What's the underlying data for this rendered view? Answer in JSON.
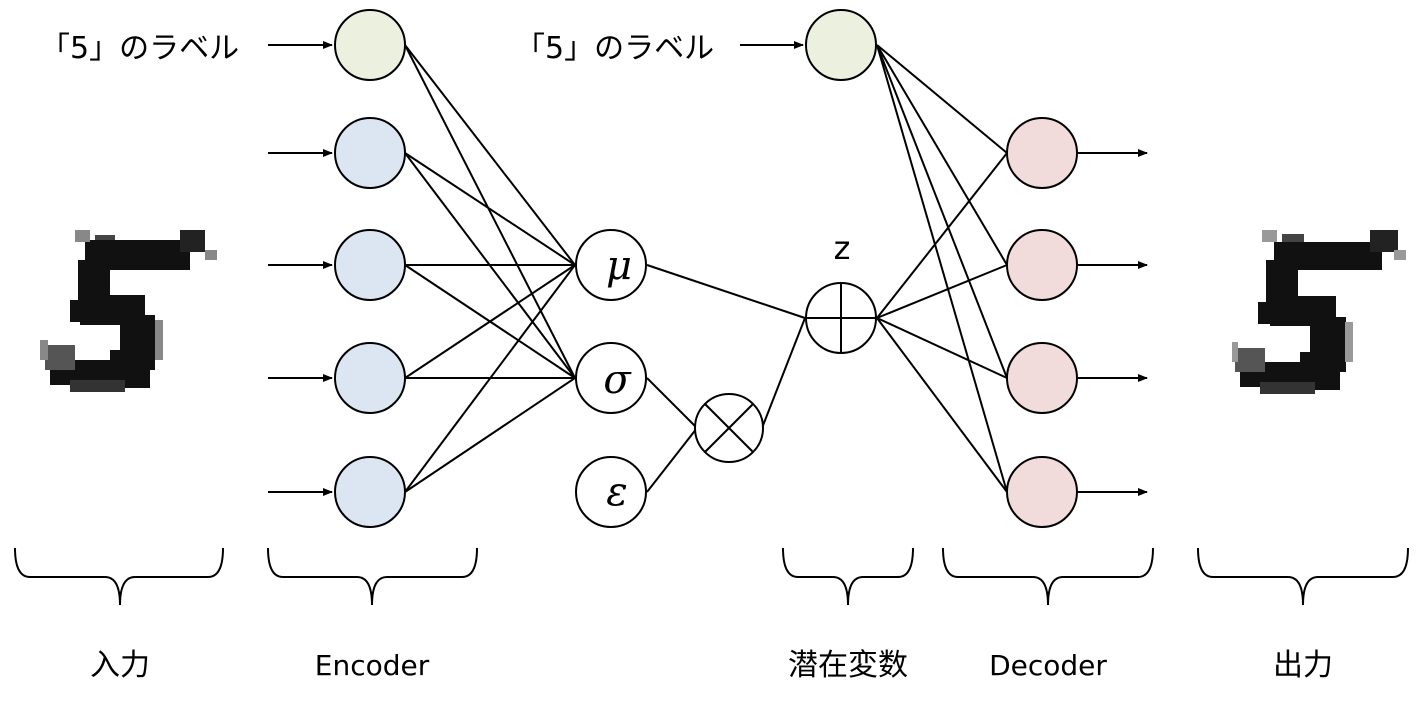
{
  "encoder_label_input": "「5」のラベル",
  "decoder_label_input": "「5」のラベル",
  "mu_symbol": "μ",
  "sigma_symbol": "σ",
  "epsilon_symbol": "ε",
  "z_label": "z",
  "section_labels": {
    "input": "入力",
    "encoder": "Encoder",
    "latent": "潜在変数",
    "decoder": "Decoder",
    "output": "出力"
  },
  "colors": {
    "label_node": "#ebf1de",
    "encoder_node": "#dce6f2",
    "decoder_node": "#f2dcdb",
    "plain_node": "#ffffff",
    "stroke": "#000000"
  }
}
